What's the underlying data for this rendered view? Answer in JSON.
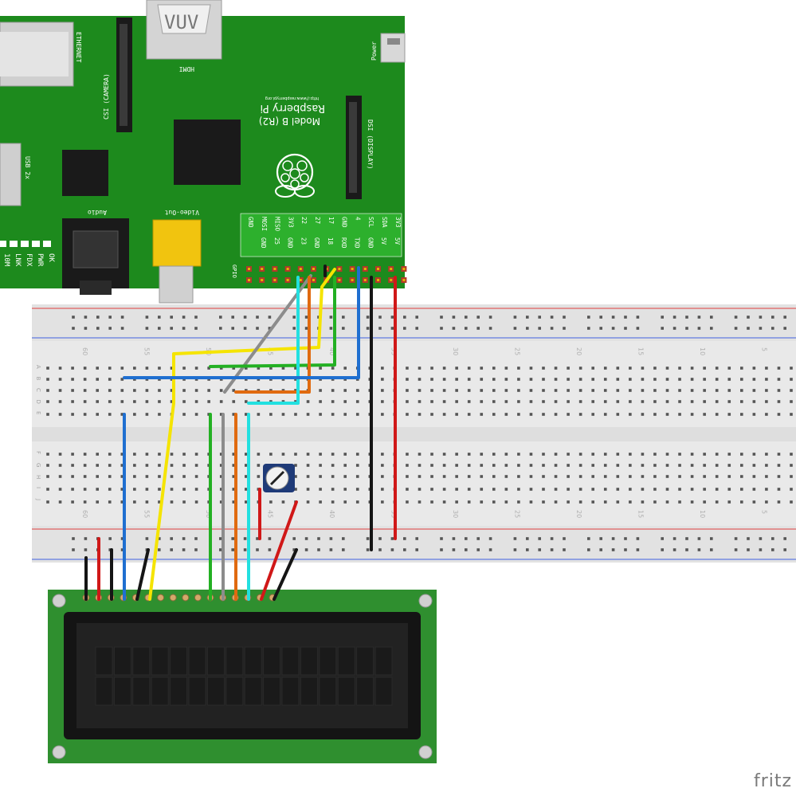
{
  "board": {
    "ethernet": "ETHERNET",
    "camera": "CSI (CAMERA)",
    "hdmi": "HDMI",
    "power": "Power",
    "display": "DSI (DISPLAY)",
    "usb": "USB 2x",
    "audio": "Audio",
    "video": "Video-Out",
    "gpio": "GPIO",
    "url": "http://www.raspberrypi.org",
    "model_line1": "Raspberry Pi",
    "model_line2": "Model B (R2)",
    "leds": [
      "OK",
      "PWR",
      "FDX",
      "LNK",
      "10M"
    ],
    "pins_top": [
      "GND",
      "MOSI",
      "MISO",
      "3V3",
      "22",
      "27",
      "17",
      "GND",
      "4",
      "SCL",
      "SDA",
      "3V3"
    ],
    "pins_bottom": [
      "GND",
      "25",
      "GND",
      "23",
      "GND",
      "18",
      "RXD",
      "TXD",
      "GND",
      "5V",
      "5V"
    ]
  },
  "breadboard": {
    "row_letters_top": [
      "A",
      "B",
      "C",
      "D",
      "E"
    ],
    "row_letters_bottom": [
      "F",
      "G",
      "H",
      "I",
      "J"
    ],
    "column_numbers": [
      "60",
      "55",
      "50",
      "45",
      "40",
      "35",
      "30",
      "25",
      "20",
      "15",
      "10",
      "5"
    ]
  },
  "colors": {
    "pcb_green": "#1d8a1d",
    "lcd_green": "#2f8f2f",
    "wire_yellow": "#f5e400",
    "wire_blue": "#1f6fd0",
    "wire_green": "#23b023",
    "wire_gray": "#8c8c8c",
    "wire_orange": "#e06a10",
    "wire_cyan": "#22e0e0",
    "wire_black": "#151515",
    "wire_red": "#d01818"
  },
  "watermark": "fritz"
}
